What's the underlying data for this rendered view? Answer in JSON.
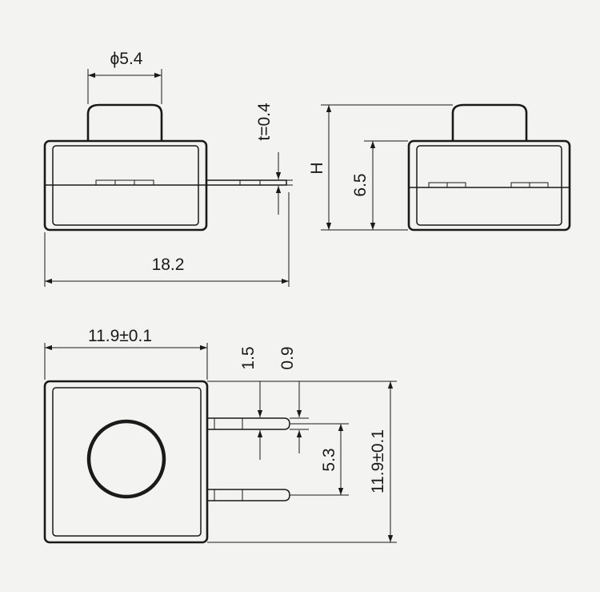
{
  "drawing": {
    "dimensions": {
      "button_diameter": "ϕ5.4",
      "terminal_thickness": "t=0.4",
      "overall_length": "18.2",
      "height_total": "H",
      "body_height": "6.5",
      "body_width_top": "11.9±0.1",
      "pin_offset": "1.5",
      "pin_width": "0.9",
      "pin_spacing": "5.3",
      "body_width_side": "11.9±0.1"
    },
    "colors": {
      "ink": "#1a1a1a",
      "paper": "#f3f3f2"
    }
  }
}
